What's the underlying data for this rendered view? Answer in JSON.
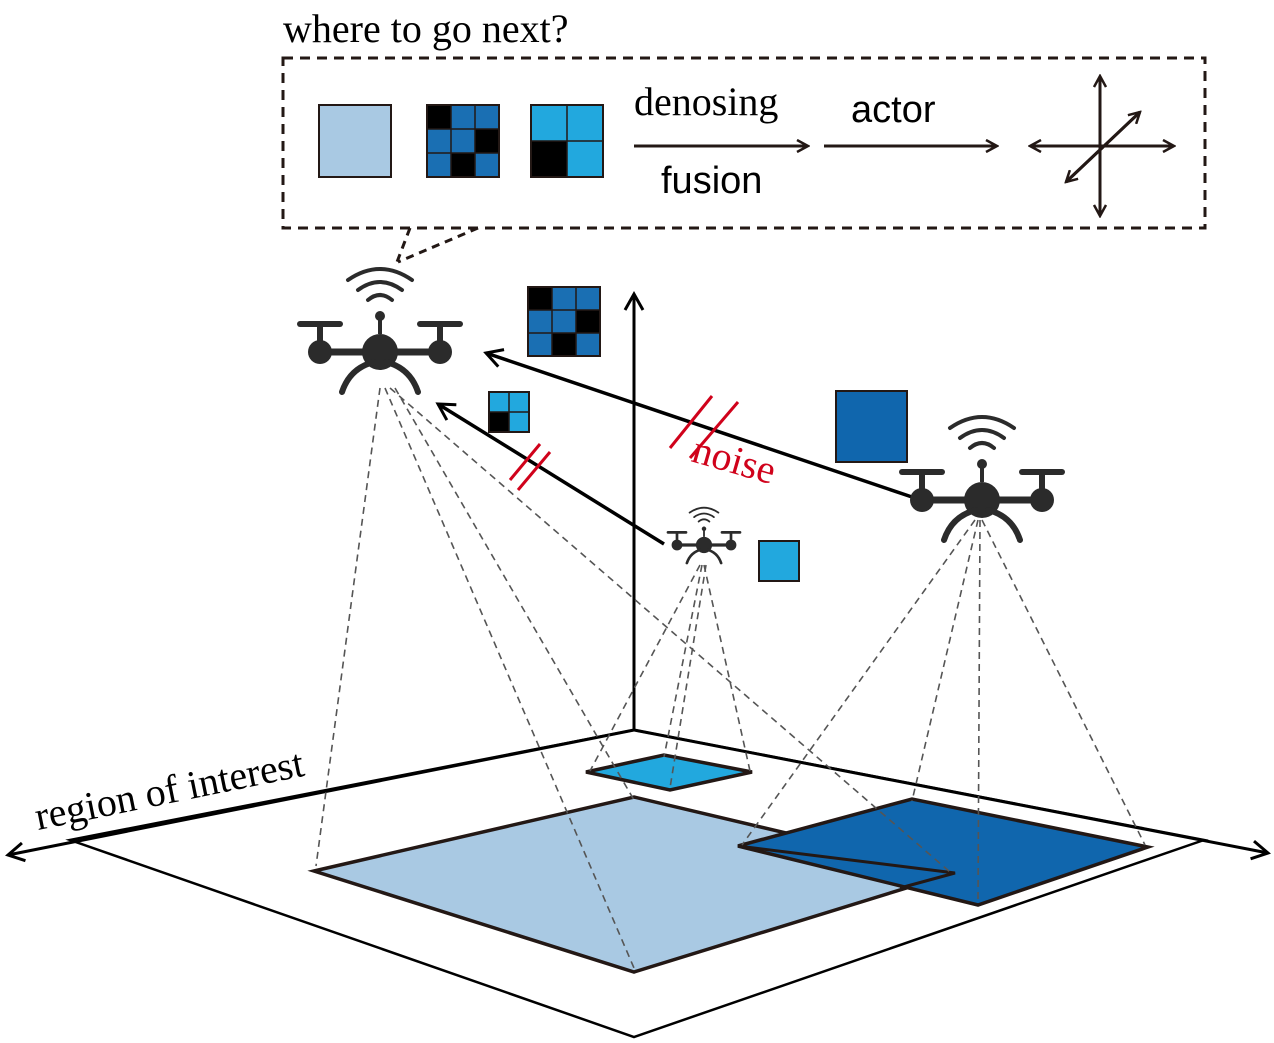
{
  "callout": {
    "question": "where to go next?",
    "process_top": "denosing",
    "process_bottom": "fusion",
    "actor": "actor"
  },
  "annotations": {
    "noise": "noise",
    "region": "region of interest"
  },
  "colors": {
    "light_blue": "#a9c9e3",
    "medium_blue": "#1a6fb3",
    "bright_blue": "#22a8de",
    "dark_blue": "#1066ad",
    "black_cell": "#000000",
    "drone": "#2b2b2b",
    "noise_red": "#d0021b",
    "line": "#231815"
  },
  "icons": [
    "drone-icon",
    "wifi-signal-icon",
    "direction-cross-icon"
  ]
}
